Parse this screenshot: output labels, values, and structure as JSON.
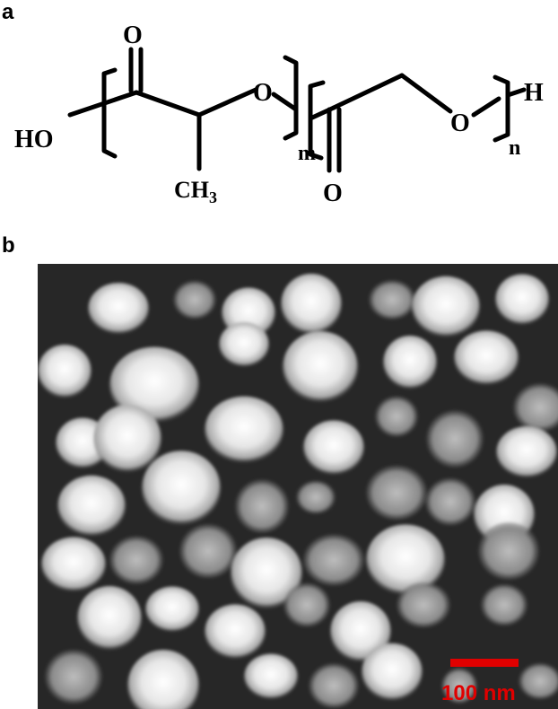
{
  "panels": {
    "a_label": "a",
    "b_label": "b"
  },
  "structure": {
    "ho_label": "HO",
    "carbonyl_o_1": "O",
    "ester_o_1": "O",
    "methyl_label": "CH",
    "methyl_subscript": "3",
    "subscript_m": "m",
    "carbonyl_o_2": "O",
    "ether_o_2": "O",
    "end_h": "H",
    "subscript_n": "n"
  },
  "micrograph": {
    "scale_bar_label": "100 nm",
    "scale_bar_color": "#e00000"
  }
}
